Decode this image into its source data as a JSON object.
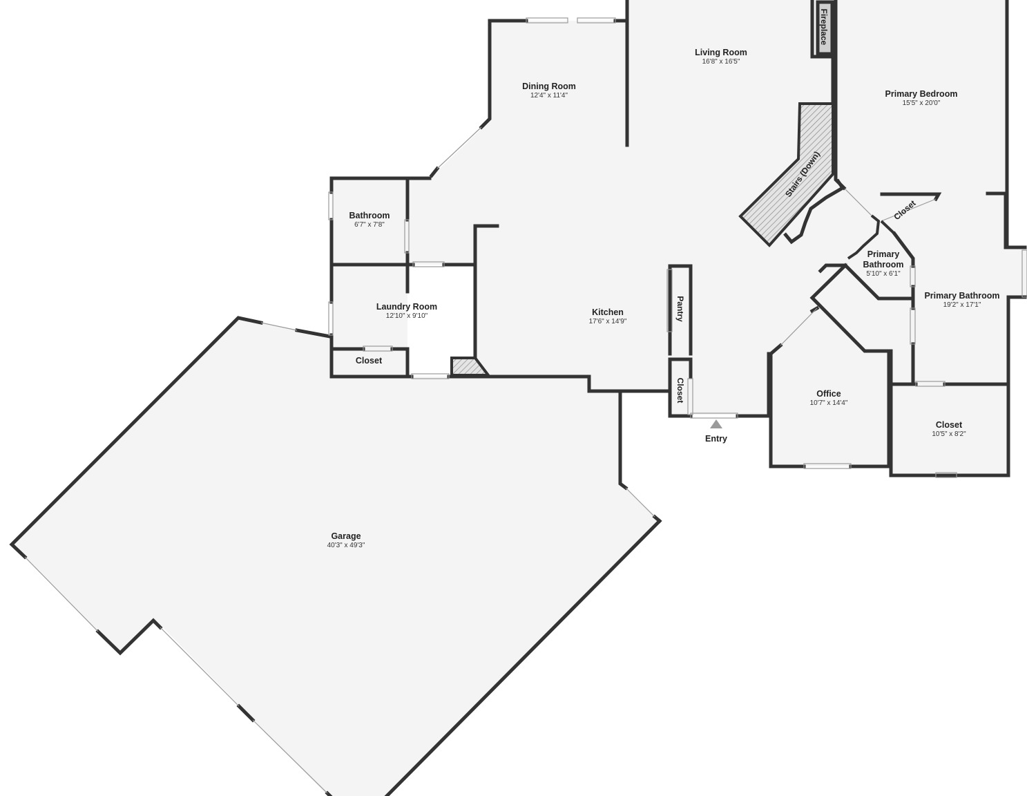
{
  "rooms": {
    "living_room": {
      "name": "Living Room",
      "dims": "16'8\" x 16'5\""
    },
    "dining_room": {
      "name": "Dining Room",
      "dims": "12'4\" x 11'4\""
    },
    "primary_bedroom": {
      "name": "Primary Bedroom",
      "dims": "15'5\" x 20'0\""
    },
    "bathroom": {
      "name": "Bathroom",
      "dims": "6'7\" x 7'8\""
    },
    "laundry_room": {
      "name": "Laundry Room",
      "dims": "12'10\" x 9'10\""
    },
    "kitchen": {
      "name": "Kitchen",
      "dims": "17'6\" x 14'9\""
    },
    "primary_bathroom_small": {
      "name_line1": "Primary",
      "name_line2": "Bathroom",
      "dims": "5'10\" x 6'1\""
    },
    "primary_bathroom": {
      "name": "Primary Bathroom",
      "dims": "19'2\" x 17'1\""
    },
    "office": {
      "name": "Office",
      "dims": "10'7\" x 14'4\""
    },
    "closet_large": {
      "name": "Closet",
      "dims": "10'5\" x 8'2\""
    },
    "garage": {
      "name": "Garage",
      "dims": "40'3\" x 49'3\""
    }
  },
  "labels": {
    "closet_laundry": "Closet",
    "closet_entry": "Closet",
    "closet_bedroom": "Closet",
    "pantry": "Pantry",
    "fireplace": "Fireplace",
    "stairs": "Stairs (Down)",
    "entry": "Entry"
  },
  "colors": {
    "wall": "#333333",
    "floor": "#f4f4f4",
    "entry_marker": "#9a9a9a"
  }
}
